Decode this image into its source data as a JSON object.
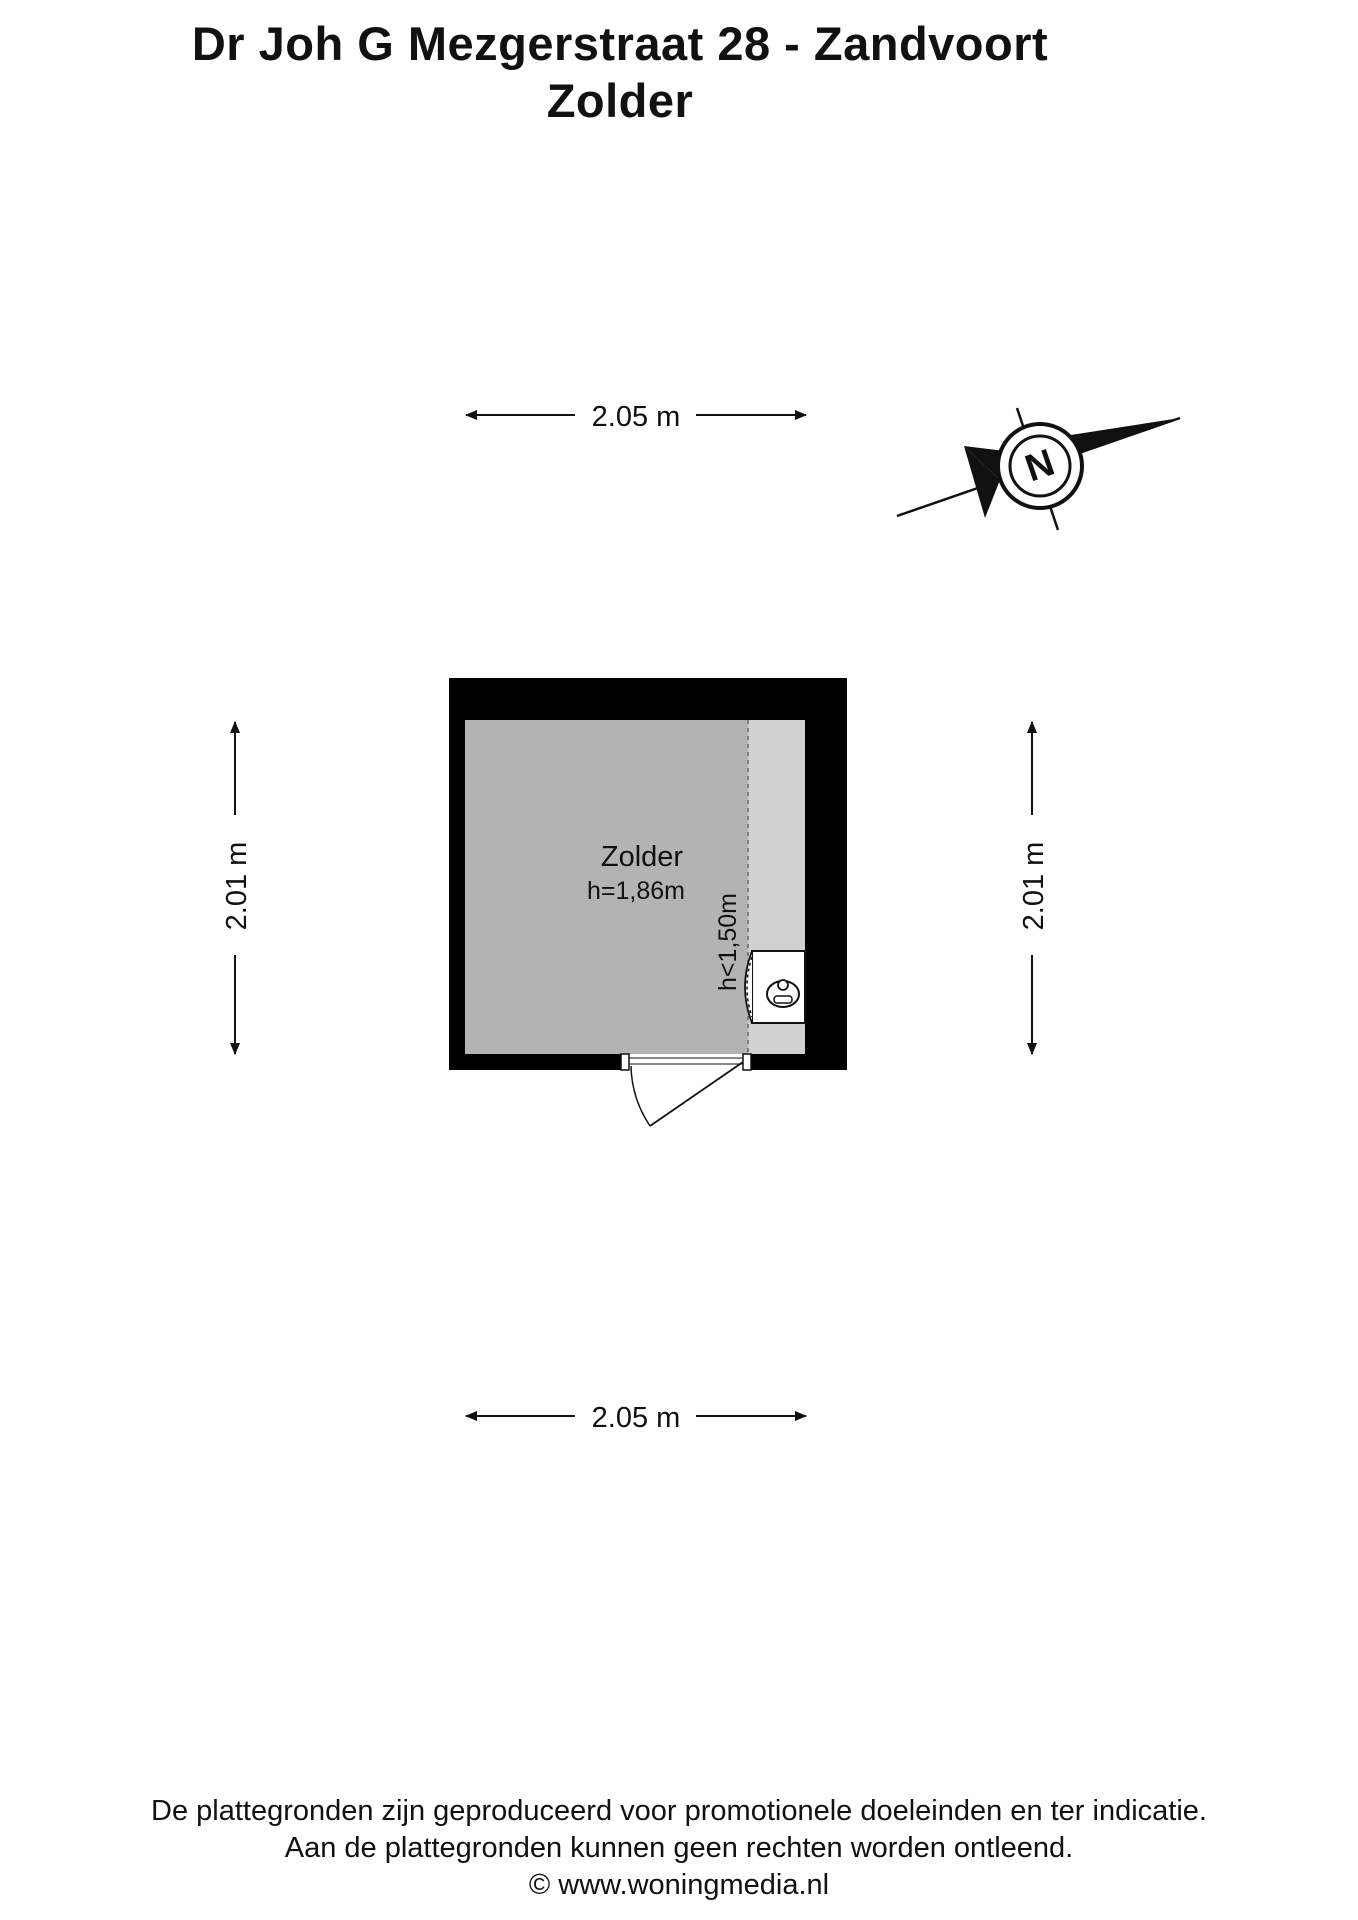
{
  "header": {
    "address": "Dr Joh G Mezgerstraat 28 - Zandvoort",
    "floor": "Zolder"
  },
  "dimensions": {
    "width_top": "2.05 m",
    "width_bottom": "2.05 m",
    "depth_left": "2.01 m",
    "depth_right": "2.01 m"
  },
  "room": {
    "name": "Zolder",
    "height": "h=1,86m",
    "low_ceiling": "h<1,50m"
  },
  "compass": {
    "letter": "N"
  },
  "footer": {
    "line1": "De plattegronden zijn geproduceerd voor promotionele doeleinden en ter indicatie.",
    "line2": "Aan de plattegronden kunnen geen rechten worden ontleend.",
    "line3": "© www.woningmedia.nl"
  },
  "colors": {
    "wall": "#000000",
    "floor": "#b3b3b3",
    "floor_low": "#d0d0d0",
    "background": "#ffffff"
  }
}
